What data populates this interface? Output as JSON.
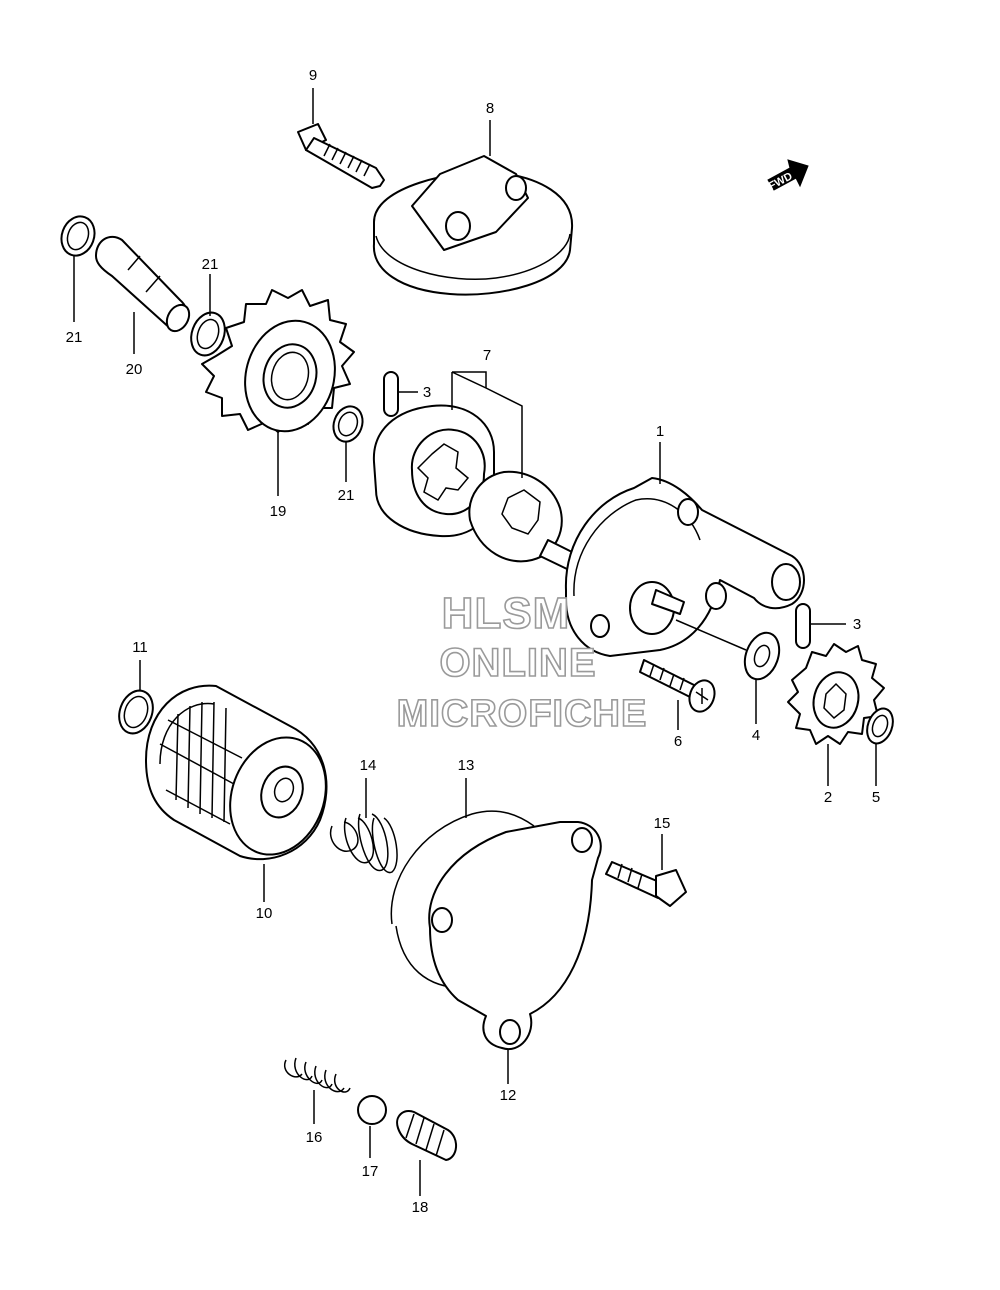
{
  "watermark": {
    "line1": "HLSM",
    "line2": "ONLINE",
    "line3": "MICROFICHE"
  },
  "direction_tag": "FWD",
  "callouts": {
    "n1": "1",
    "n2": "2",
    "n3a": "3",
    "n3b": "3",
    "n4": "4",
    "n5": "5",
    "n6": "6",
    "n7": "7",
    "n8": "8",
    "n9": "9",
    "n10": "10",
    "n11": "11",
    "n12": "12",
    "n13": "13",
    "n14": "14",
    "n15": "15",
    "n16": "16",
    "n17": "17",
    "n18": "18",
    "n19": "19",
    "n20": "20",
    "n21a": "21",
    "n21b": "21",
    "n21c": "21"
  }
}
